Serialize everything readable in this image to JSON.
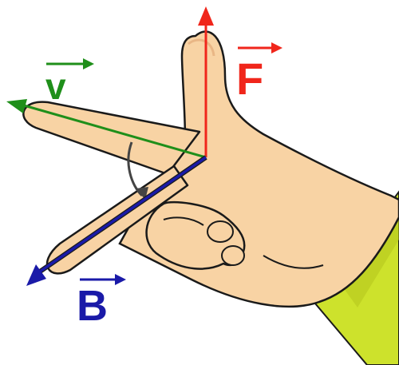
{
  "labels": {
    "velocity": "v",
    "force": "F",
    "field": "B"
  },
  "colors": {
    "velocity": "#1f8f1a",
    "force": "#f0261b",
    "field": "#1a1aa8",
    "skin": "#f8d3a4",
    "skin_shadow": "#e9b685",
    "outline": "#1a1a1a",
    "sleeve": "#cde22c",
    "sleeve_dark": "#b5c81e",
    "angle_arrow": "#444444"
  },
  "icons": {
    "velocity": "arrow-right-icon",
    "force": "arrow-right-icon",
    "field": "arrow-right-icon"
  }
}
